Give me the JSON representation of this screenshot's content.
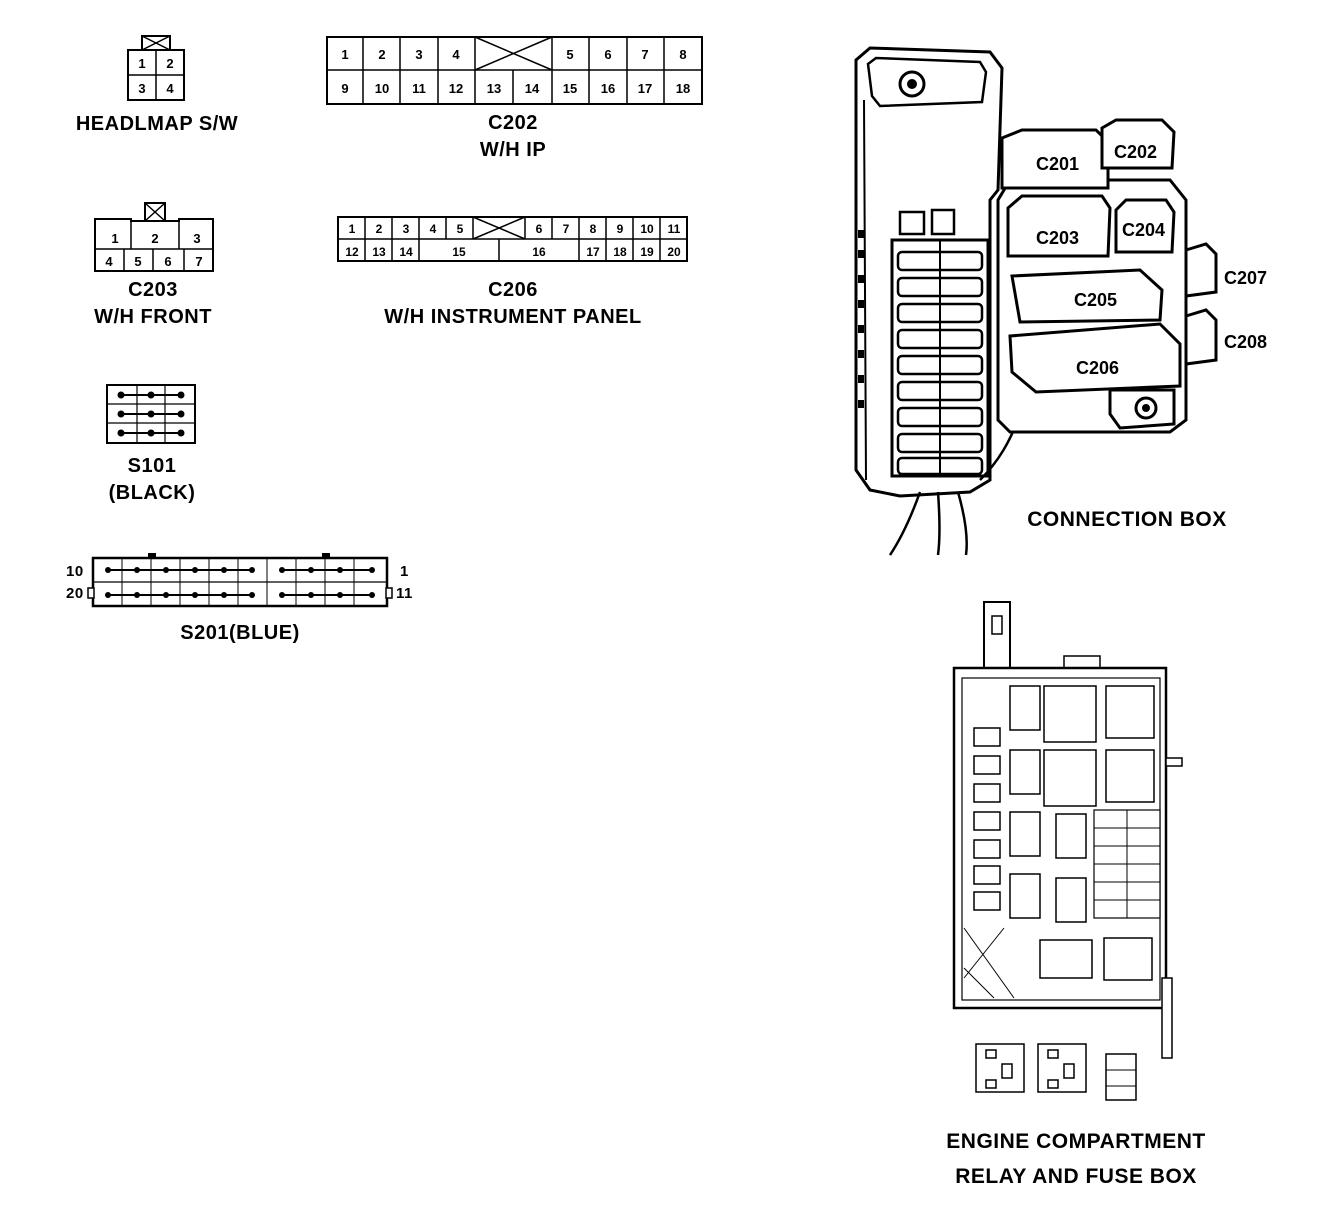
{
  "connectors": {
    "headlamp_sw": {
      "label": "HEADLMAP S/W",
      "pins": [
        "1",
        "2",
        "3",
        "4"
      ]
    },
    "c202": {
      "code": "C202",
      "desc": "W/H IP",
      "top": [
        "1",
        "2",
        "3",
        "4",
        "5",
        "6",
        "7",
        "8"
      ],
      "bottom": [
        "9",
        "10",
        "11",
        "12",
        "13",
        "14",
        "15",
        "16",
        "17",
        "18"
      ]
    },
    "c203": {
      "code": "C203",
      "desc": "W/H FRONT",
      "top": [
        "1",
        "2",
        "3"
      ],
      "bottom": [
        "4",
        "5",
        "6",
        "7"
      ]
    },
    "c206": {
      "code": "C206",
      "desc": "W/H INSTRUMENT PANEL",
      "top": [
        "1",
        "2",
        "3",
        "4",
        "5",
        "6",
        "7",
        "8",
        "9",
        "10",
        "11"
      ],
      "bottom": [
        "12",
        "13",
        "14",
        "15",
        "16",
        "17",
        "18",
        "19",
        "20"
      ]
    },
    "s101": {
      "code": "S101",
      "desc": "(BLACK)"
    },
    "s201": {
      "label": "S201(BLUE)",
      "pin_top_left": "10",
      "pin_bottom_left": "20",
      "pin_top_right": "1",
      "pin_bottom_right": "11"
    }
  },
  "connection_box": {
    "title": "CONNECTION BOX",
    "callouts": [
      "C201",
      "C202",
      "C203",
      "C204",
      "C205",
      "C206",
      "C207",
      "C208"
    ]
  },
  "relay_box": {
    "title_line1": "ENGINE COMPARTMENT",
    "title_line2": "RELAY AND FUSE BOX"
  }
}
